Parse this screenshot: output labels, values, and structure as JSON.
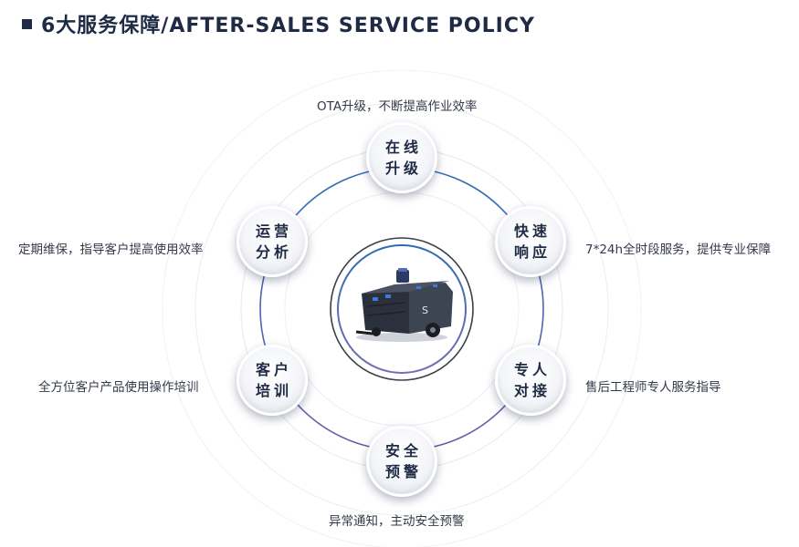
{
  "header": {
    "title": "6大服务保障/AFTER-SALES SERVICE POLICY"
  },
  "nodes": [
    {
      "line1": "在线",
      "line2": "升级",
      "caption": "OTA升级，不断提高作业效率"
    },
    {
      "line1": "快速",
      "line2": "响应",
      "caption": "7*24h全时段服务，提供专业保障"
    },
    {
      "line1": "专人",
      "line2": "对接",
      "caption": "售后工程师专人服务指导"
    },
    {
      "line1": "安全",
      "line2": "预警",
      "caption": "异常通知，主动安全预警"
    },
    {
      "line1": "客户",
      "line2": "培训",
      "caption": "全方位客户产品使用操作培训"
    },
    {
      "line1": "运营",
      "line2": "分析",
      "caption": "定期维保，指导客户提高使用效率"
    }
  ],
  "colors": {
    "ring_blue": "#2f6db3",
    "ring_purple": "#6b5fa8",
    "title": "#1f2a44"
  },
  "center_image": "cleaning-robot"
}
